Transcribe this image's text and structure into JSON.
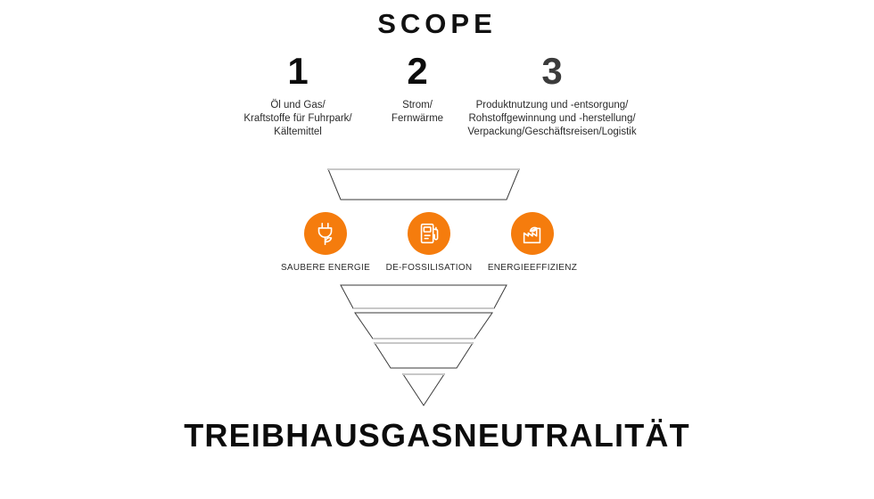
{
  "title": "SCOPE",
  "background_color": "#ffffff",
  "accent_color": "#F57C0D",
  "scopes": [
    {
      "number": "1",
      "lines": [
        "Öl und Gas/",
        "Kraftstoffe für Fuhrpark/",
        "Kältemittel"
      ]
    },
    {
      "number": "2",
      "lines": [
        "Strom/",
        "Fernwärme"
      ]
    },
    {
      "number": "3",
      "lines": [
        "Produktnutzung und -entsorgung/",
        "Rohstoffgewinnung und -herstellung/",
        "Verpackung/Geschäftsreisen/Logistik"
      ]
    }
  ],
  "measures": [
    {
      "icon": "plug-leaf-icon",
      "label": "SAUBERE ENERGIE"
    },
    {
      "icon": "fuel-pump-icon",
      "label": "DE-FOSSILISATION"
    },
    {
      "icon": "factory-leaf-icon",
      "label": "ENERGIEEFFIZIENZ"
    }
  ],
  "funnel": {
    "name": "funnel-diagram",
    "segments": 5
  },
  "headline": "TREIBHAUSGASNEUTRALITÄT"
}
